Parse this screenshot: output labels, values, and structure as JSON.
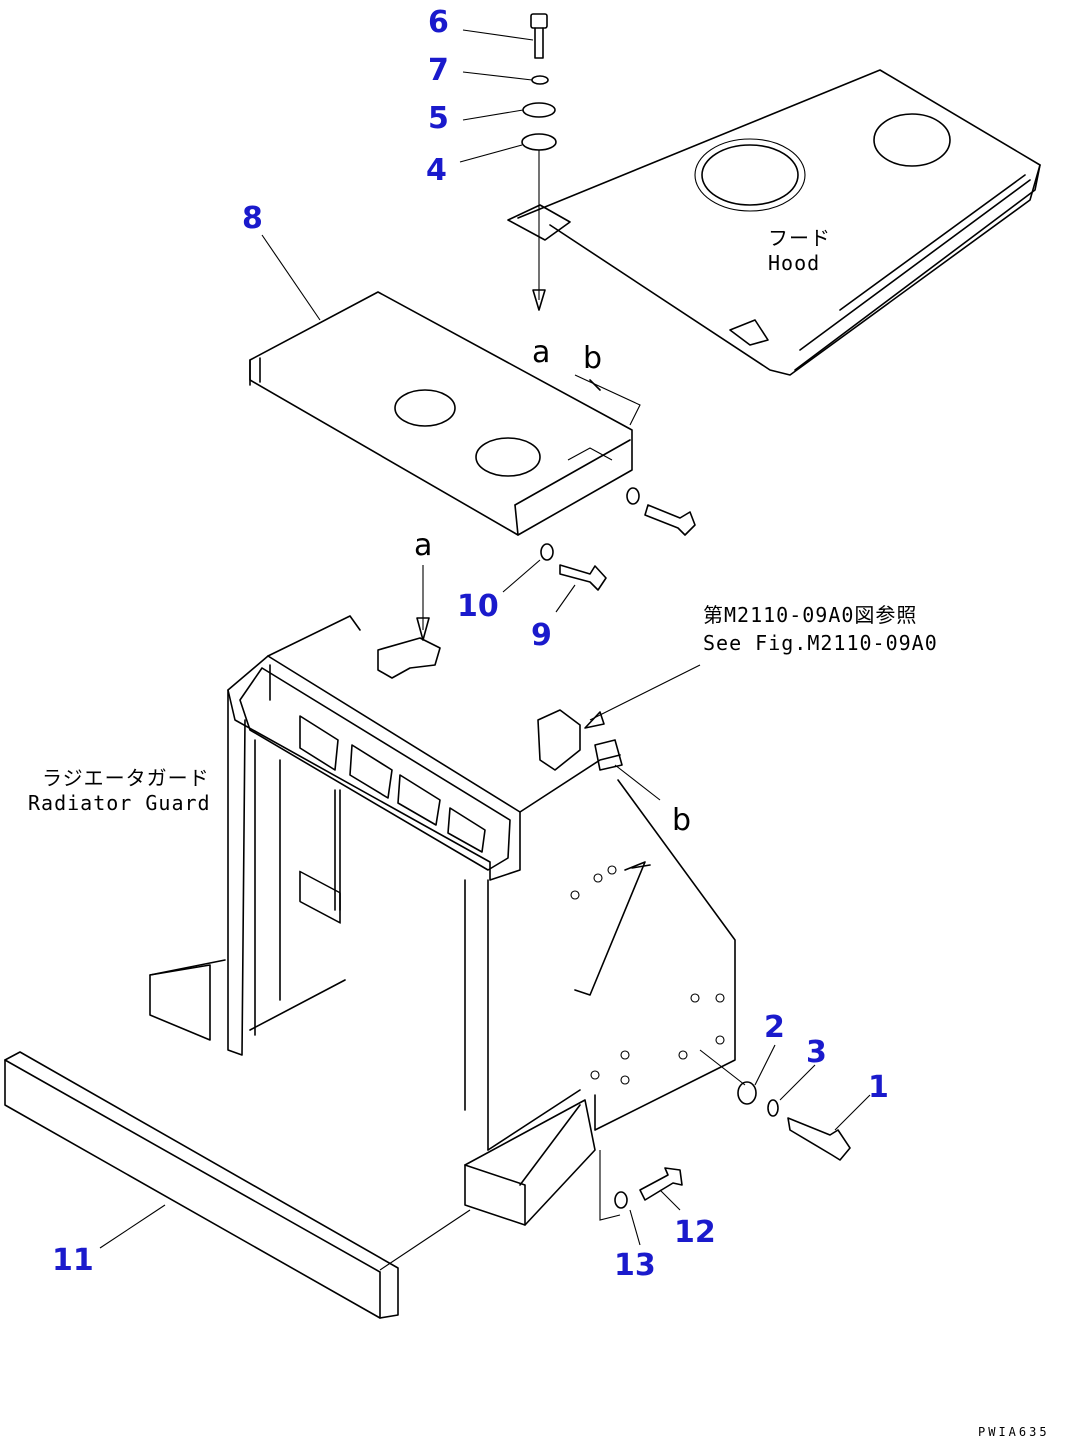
{
  "callouts": {
    "c1": "1",
    "c2": "2",
    "c3": "3",
    "c4": "4",
    "c5": "5",
    "c6": "6",
    "c7": "7",
    "c8": "8",
    "c9": "9",
    "c10": "10",
    "c11": "11",
    "c12": "12",
    "c13": "13"
  },
  "ref_marks": {
    "a_upper": "a",
    "b_upper": "b",
    "a_lower": "a",
    "b_lower": "b"
  },
  "notes": {
    "hood_jp": "フード",
    "hood_en": "Hood",
    "guard_jp": "ラジエータガード",
    "guard_en": "Radiator Guard",
    "see_fig_jp": "第M2110-09A0図参照",
    "see_fig_en": "See Fig.M2110-09A0"
  },
  "drawing_number": "PWIA635",
  "colors": {
    "callout": "#1a1acc",
    "line": "#000000"
  }
}
